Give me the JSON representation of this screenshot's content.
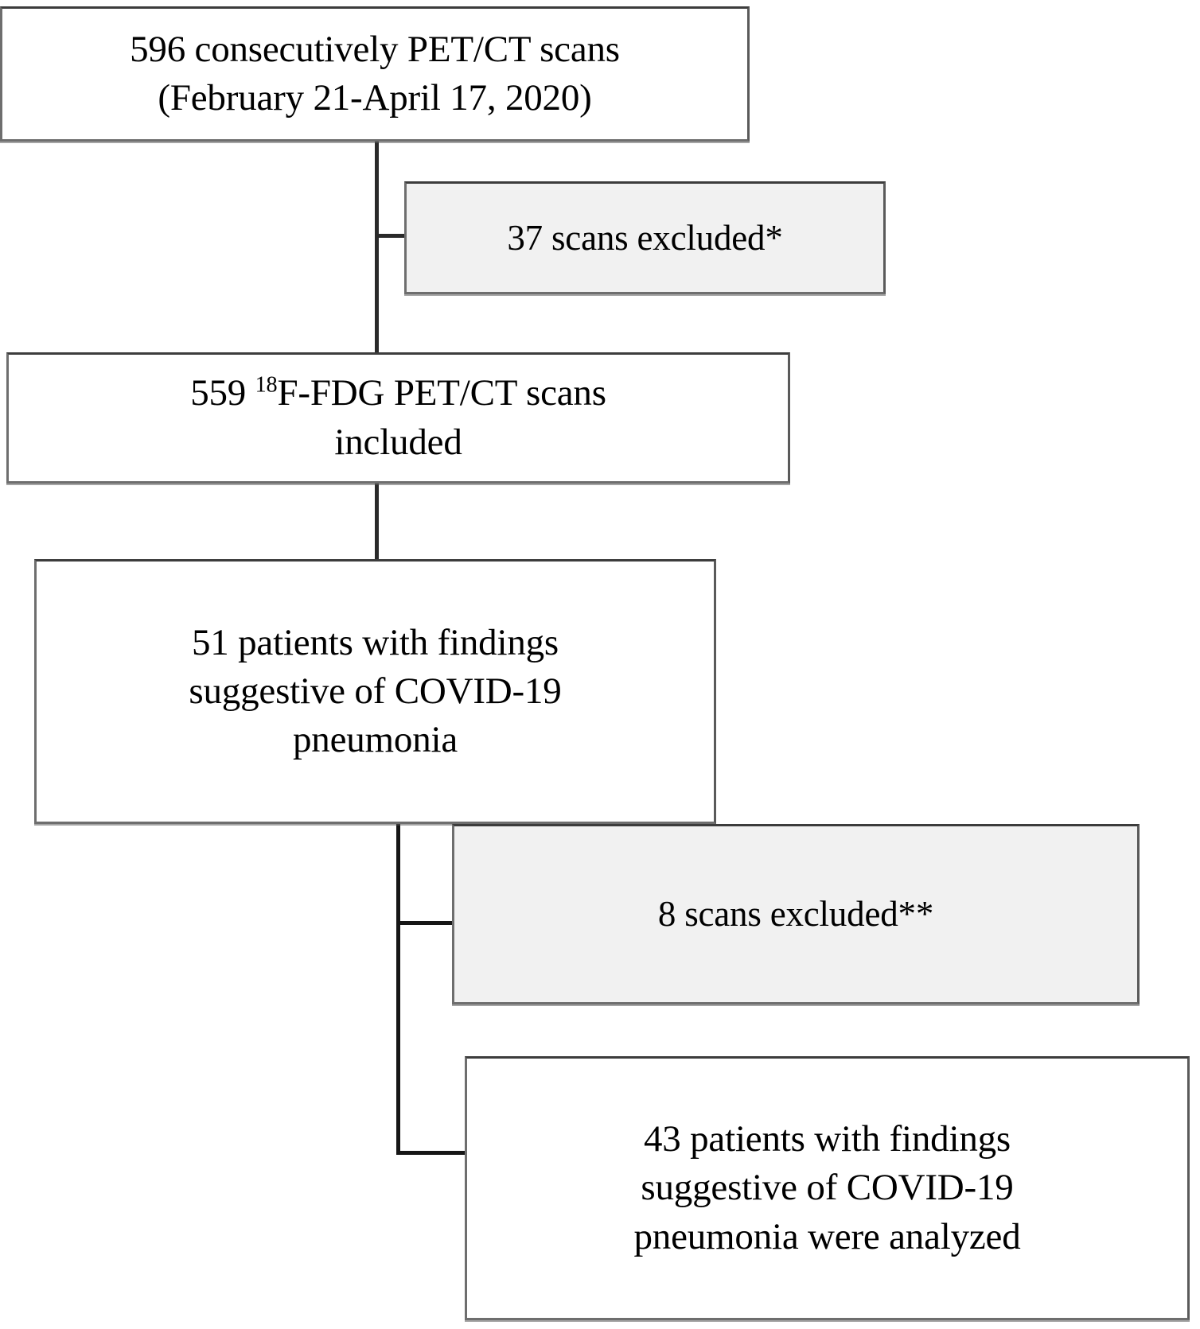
{
  "figure": {
    "type": "flowchart",
    "title": "Patient selection flow diagram",
    "orientation": "top-to-bottom",
    "colors": {
      "box_fill": "#ffffff",
      "excluded_fill": "#f1f1f1",
      "border": "#4a4a4a",
      "connector": "#161616",
      "text": "#000000"
    }
  },
  "nodes": {
    "total_scans": {
      "line1": "596 consecutively PET/CT scans",
      "line2": "(February 21-April 17, 2020)",
      "count": 596,
      "kind": "included"
    },
    "excluded_1": {
      "label": "37 scans excluded*",
      "count": 37,
      "footnote_marker": "*",
      "kind": "excluded"
    },
    "included_scans": {
      "line1_prefix": "559 ",
      "line1_superscript": "18",
      "line1_suffix": "F-FDG PET/CT scans",
      "line2": "included",
      "count": 559,
      "tracer": "18F-FDG",
      "kind": "included"
    },
    "suggestive_51": {
      "line1": "51 patients with findings",
      "line2": "suggestive of COVID-19",
      "line3": "pneumonia",
      "count": 51,
      "kind": "included"
    },
    "excluded_2": {
      "label": "8 scans excluded**",
      "count": 8,
      "footnote_marker": "**",
      "kind": "excluded"
    },
    "analyzed_43": {
      "line1": "43 patients with findings",
      "line2": "suggestive of COVID-19",
      "line3": "pneumonia were analyzed",
      "count": 43,
      "kind": "included"
    }
  },
  "edges": [
    {
      "from": "total_scans",
      "to": "included_scans",
      "style": "straight"
    },
    {
      "from": "total_scans",
      "to": "excluded_1",
      "style": "branch-right"
    },
    {
      "from": "included_scans",
      "to": "suggestive_51",
      "style": "straight"
    },
    {
      "from": "suggestive_51",
      "to": "excluded_2",
      "style": "branch-right"
    },
    {
      "from": "suggestive_51",
      "to": "analyzed_43",
      "style": "elbow-right"
    }
  ]
}
